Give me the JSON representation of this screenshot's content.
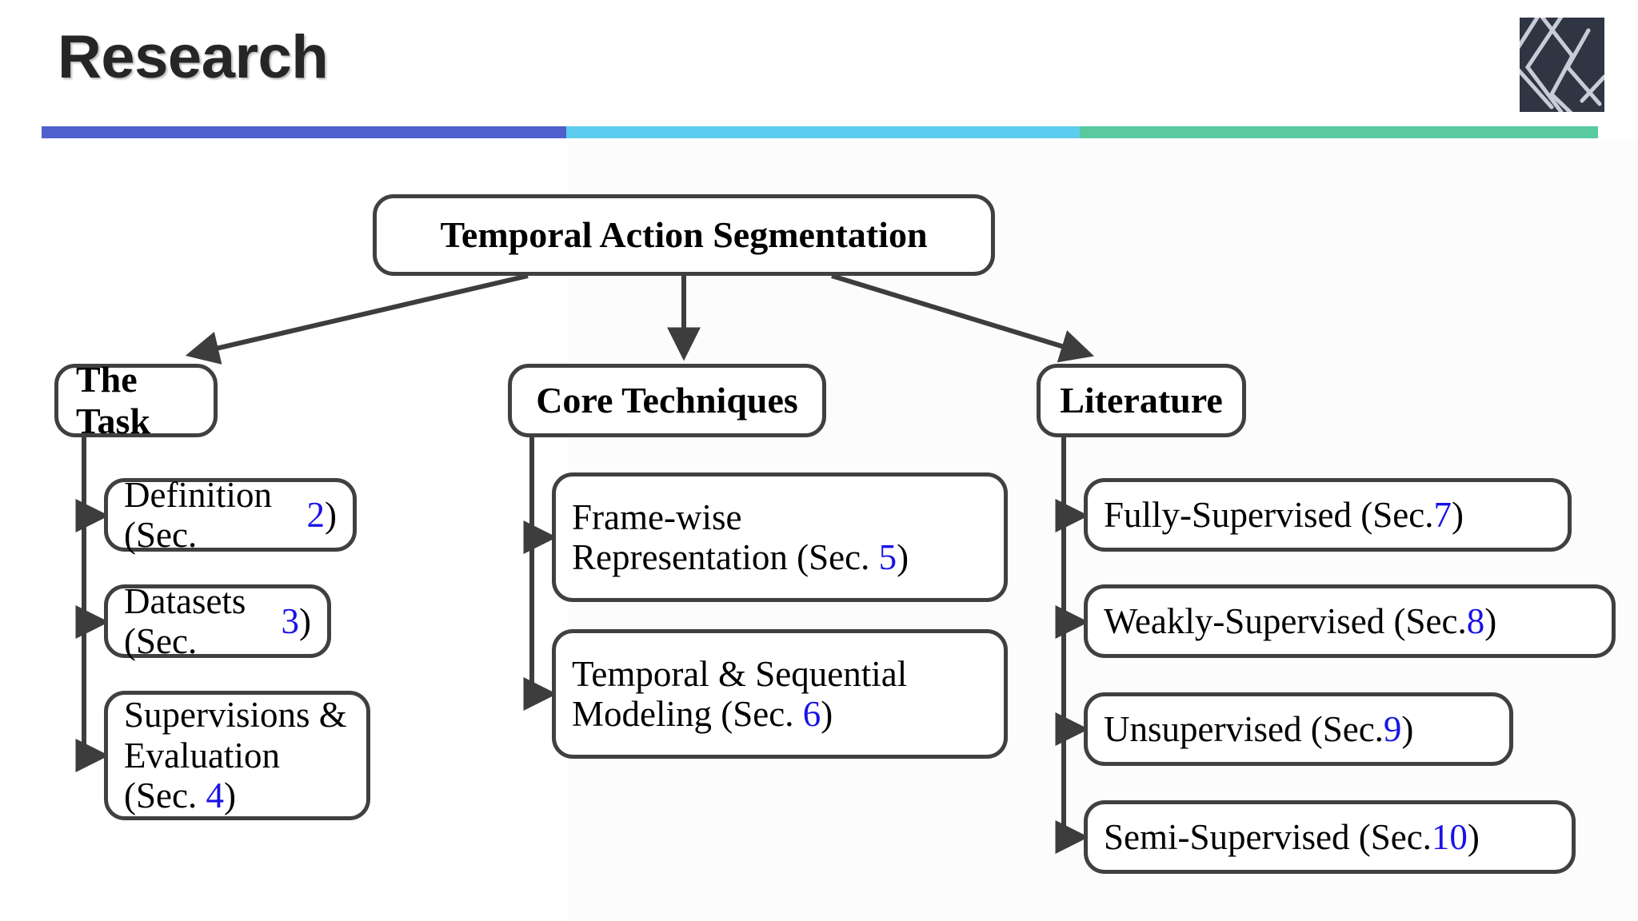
{
  "header": {
    "title": "Research",
    "rule_colors": [
      "#4f5fcc",
      "#5ccdee",
      "#59c9a0"
    ],
    "logo": {
      "name": "lattice-logo",
      "background": "#2f3543",
      "line_color": "#c9ccd6"
    }
  },
  "diagram": {
    "type": "tree",
    "root": {
      "label": "Temporal Action Segmentation"
    },
    "branches": [
      {
        "label": "The Task",
        "children": [
          {
            "text": "Definition (Sec. ",
            "sec": "2",
            "tail": ")"
          },
          {
            "text": "Datasets (Sec. ",
            "sec": "3",
            "tail": ")"
          },
          {
            "text": "Supervisions &\nEvaluation (Sec. ",
            "sec": "4",
            "tail": ")"
          }
        ]
      },
      {
        "label": "Core Techniques",
        "children": [
          {
            "text": "Frame-wise\nRepresentation (Sec. ",
            "sec": "5",
            "tail": ")"
          },
          {
            "text": "Temporal & Sequential\nModeling (Sec. ",
            "sec": "6",
            "tail": ")"
          }
        ]
      },
      {
        "label": "Literature",
        "children": [
          {
            "text": "Fully-Supervised (Sec. ",
            "sec": "7",
            "tail": ")"
          },
          {
            "text": "Weakly-Supervised (Sec. ",
            "sec": "8",
            "tail": ")"
          },
          {
            "text": "Unsupervised (Sec. ",
            "sec": "9",
            "tail": ")"
          },
          {
            "text": "Semi-Supervised (Sec. ",
            "sec": "10",
            "tail": ")"
          }
        ]
      }
    ],
    "node_colors": {
      "border": "#404040",
      "fill": "#ffffff",
      "text": "#000000",
      "section_number": "#1a12e8",
      "edge": "#3d3d3d"
    }
  }
}
